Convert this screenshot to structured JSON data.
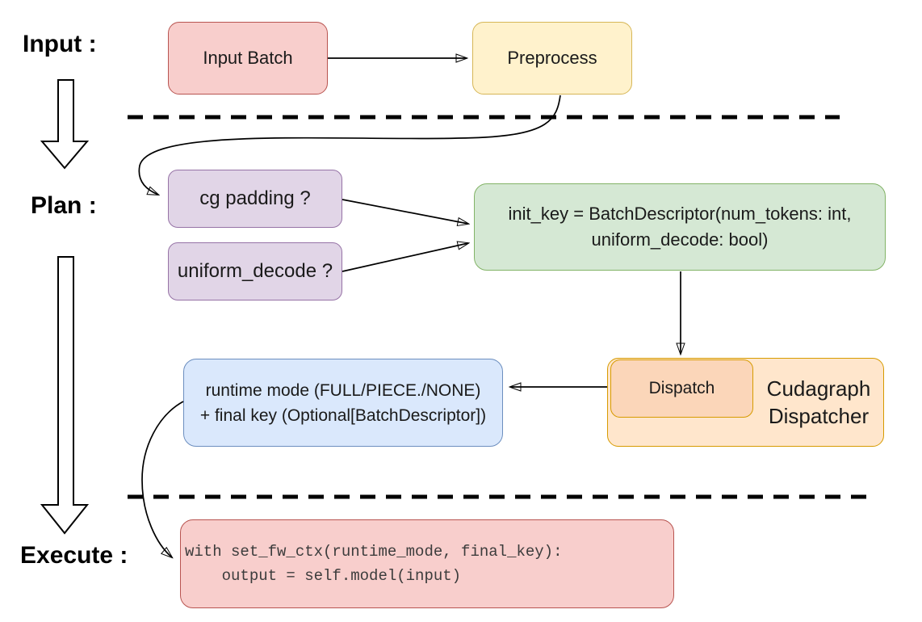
{
  "diagram": {
    "section_labels": {
      "input": "Input :",
      "plan": "Plan :",
      "execute": "Execute :"
    },
    "nodes": {
      "input_batch": {
        "label": "Input Batch",
        "fill": "#F8CECC",
        "border": "#B85450"
      },
      "preprocess": {
        "label": "Preprocess",
        "fill": "#FFF2CC",
        "border": "#D6B656"
      },
      "cg_padding": {
        "label": "cg padding ?",
        "fill": "#E1D5E7",
        "border": "#9673A6"
      },
      "uniform_decode": {
        "label": "uniform_decode ?",
        "fill": "#E1D5E7",
        "border": "#9673A6"
      },
      "init_key": {
        "lines": [
          "init_key = BatchDescriptor(num_tokens: int,",
          "uniform_decode: bool)"
        ],
        "fill": "#D5E8D4",
        "border": "#82B366"
      },
      "dispatch": {
        "label": "Dispatch",
        "fill": "#FBD6B9",
        "border": "#D79B00"
      },
      "cudagraph_dispatcher": {
        "lines": [
          "Cudagraph",
          "Dispatcher"
        ],
        "fill": "#FFE6CC",
        "border": "#D79B00"
      },
      "runtime_result": {
        "lines": [
          "runtime mode (FULL/PIECE./NONE)",
          "+ final key (Optional[BatchDescriptor])"
        ],
        "fill": "#DAE8FC",
        "border": "#6C8EBF"
      },
      "execute_code": {
        "lines": [
          "with set_fw_ctx(runtime_mode, final_key):",
          "    output = self.model(input)"
        ],
        "fill": "#F8CECC",
        "border": "#B85450"
      }
    },
    "connector_color": "#000000"
  }
}
